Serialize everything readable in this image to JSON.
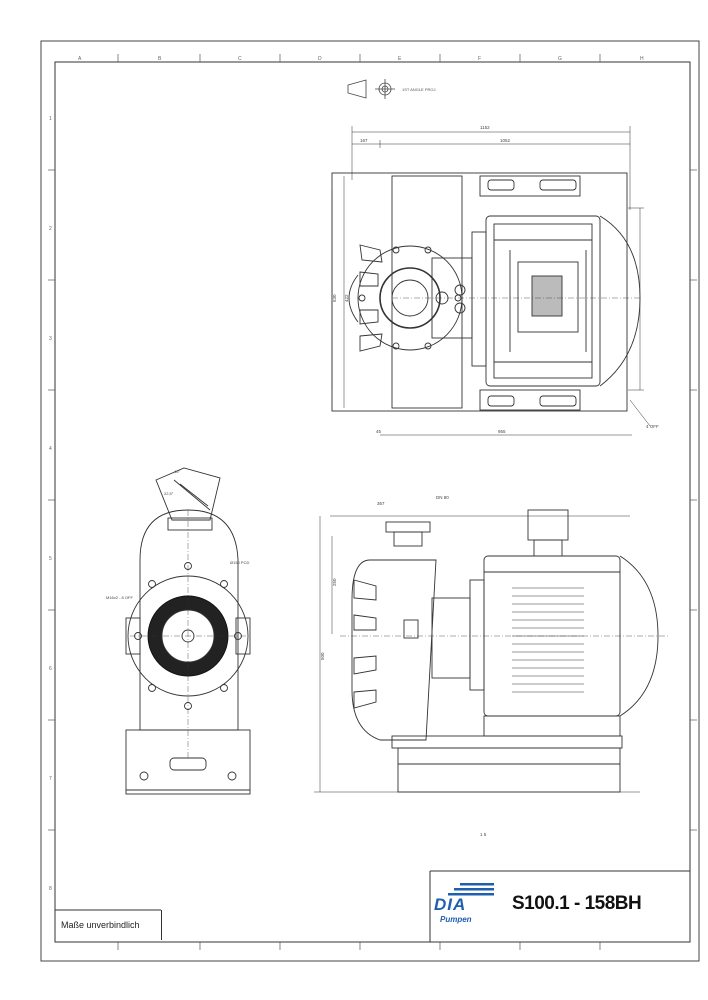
{
  "document": {
    "type": "technical-drawing",
    "note": "Maße unverbindlich",
    "model": "S100.1 - 158BH",
    "logo": {
      "word": "DIA",
      "subtitle": "Pumpen",
      "color": "#1f5fb0"
    },
    "grid_top": [
      "A",
      "B",
      "C",
      "D",
      "E",
      "F",
      "G",
      "H"
    ],
    "grid_side": [
      "1",
      "2",
      "3",
      "4",
      "5",
      "6",
      "7",
      "8"
    ],
    "projection_note": "1ST ANGLE PROJ.",
    "dimensions_top": [
      "1152",
      "167",
      "1052",
      "530",
      "422",
      "45",
      "955",
      "4 OFF"
    ],
    "dimensions_side": [
      "367",
      "DN 80",
      "250",
      "500",
      "1 5",
      "4 OFF"
    ]
  }
}
